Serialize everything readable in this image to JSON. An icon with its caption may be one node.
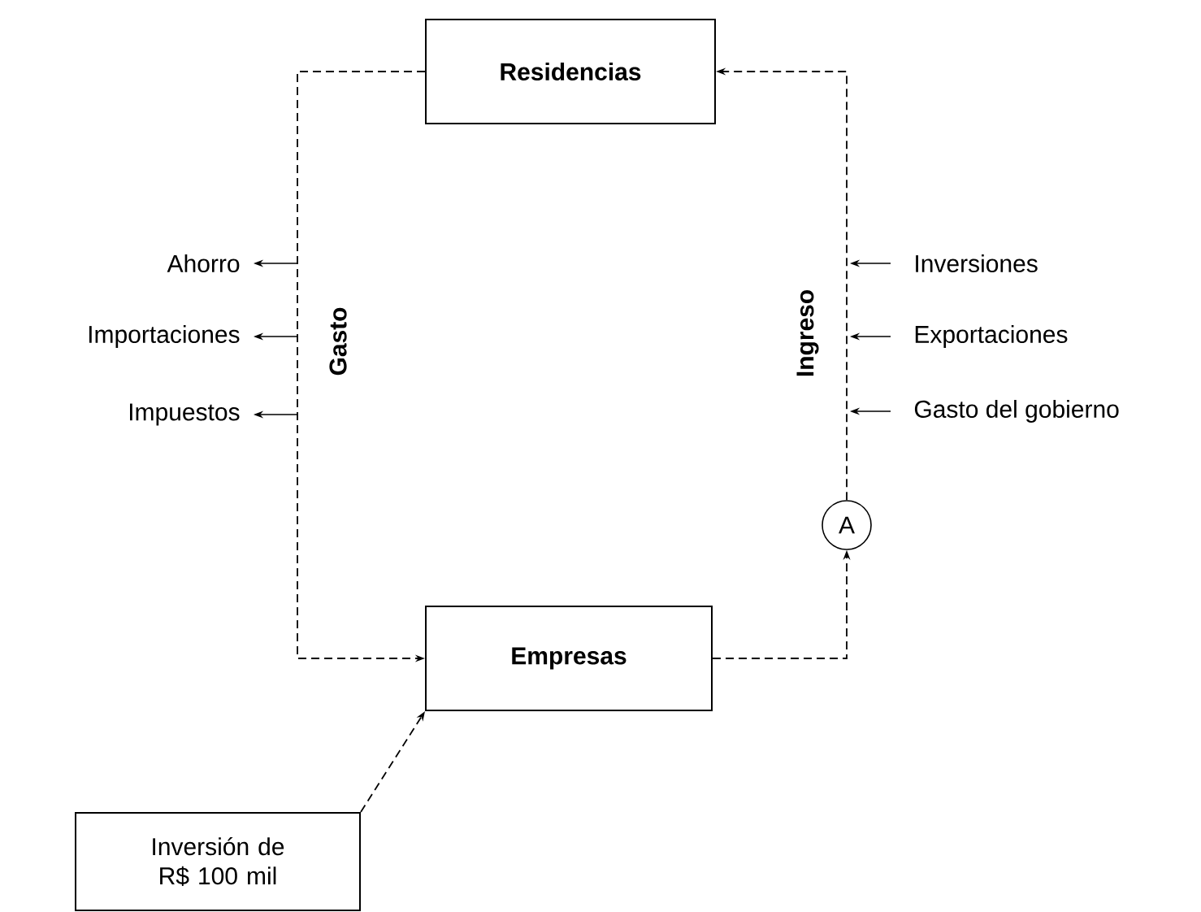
{
  "diagram": {
    "nodes": [
      {
        "text": [
          "Residencias"
        ]
      },
      {
        "text": [
          "Empresas"
        ]
      },
      {
        "text": [
          "A"
        ]
      },
      {
        "text": [
          "Inversión de R$ 100 mil"
        ]
      },
      {
        "text": [
          "Ahorro"
        ]
      },
      {
        "text": [
          "Importaciones"
        ]
      },
      {
        "text": [
          "Impuestos"
        ]
      },
      {
        "text": [
          "Inversiones"
        ]
      },
      {
        "text": [
          "Exportaciones"
        ]
      },
      {
        "text": [
          "Gasto del gobierno"
        ]
      }
    ],
    "edges": [
      {
        "from": 0,
        "to": 1,
        "arrow": "to",
        "label": "Gasto",
        "style": "dashed"
      },
      {
        "from": 1,
        "to": 2,
        "arrow": "to",
        "style": "dashed"
      },
      {
        "from": 2,
        "to": 0,
        "arrow": "to",
        "label": "Ingreso",
        "style": "dashed"
      },
      {
        "from": 3,
        "to": 1,
        "arrow": "to",
        "style": "dashed"
      },
      {
        "from": null,
        "to": 4,
        "arrow": "to"
      },
      {
        "from": null,
        "to": 5,
        "arrow": "to"
      },
      {
        "from": null,
        "to": 6,
        "arrow": "to"
      },
      {
        "from": 7,
        "to": null,
        "arrow": "to"
      },
      {
        "from": 8,
        "to": null,
        "arrow": "to"
      },
      {
        "from": 9,
        "to": null,
        "arrow": "to"
      }
    ]
  }
}
